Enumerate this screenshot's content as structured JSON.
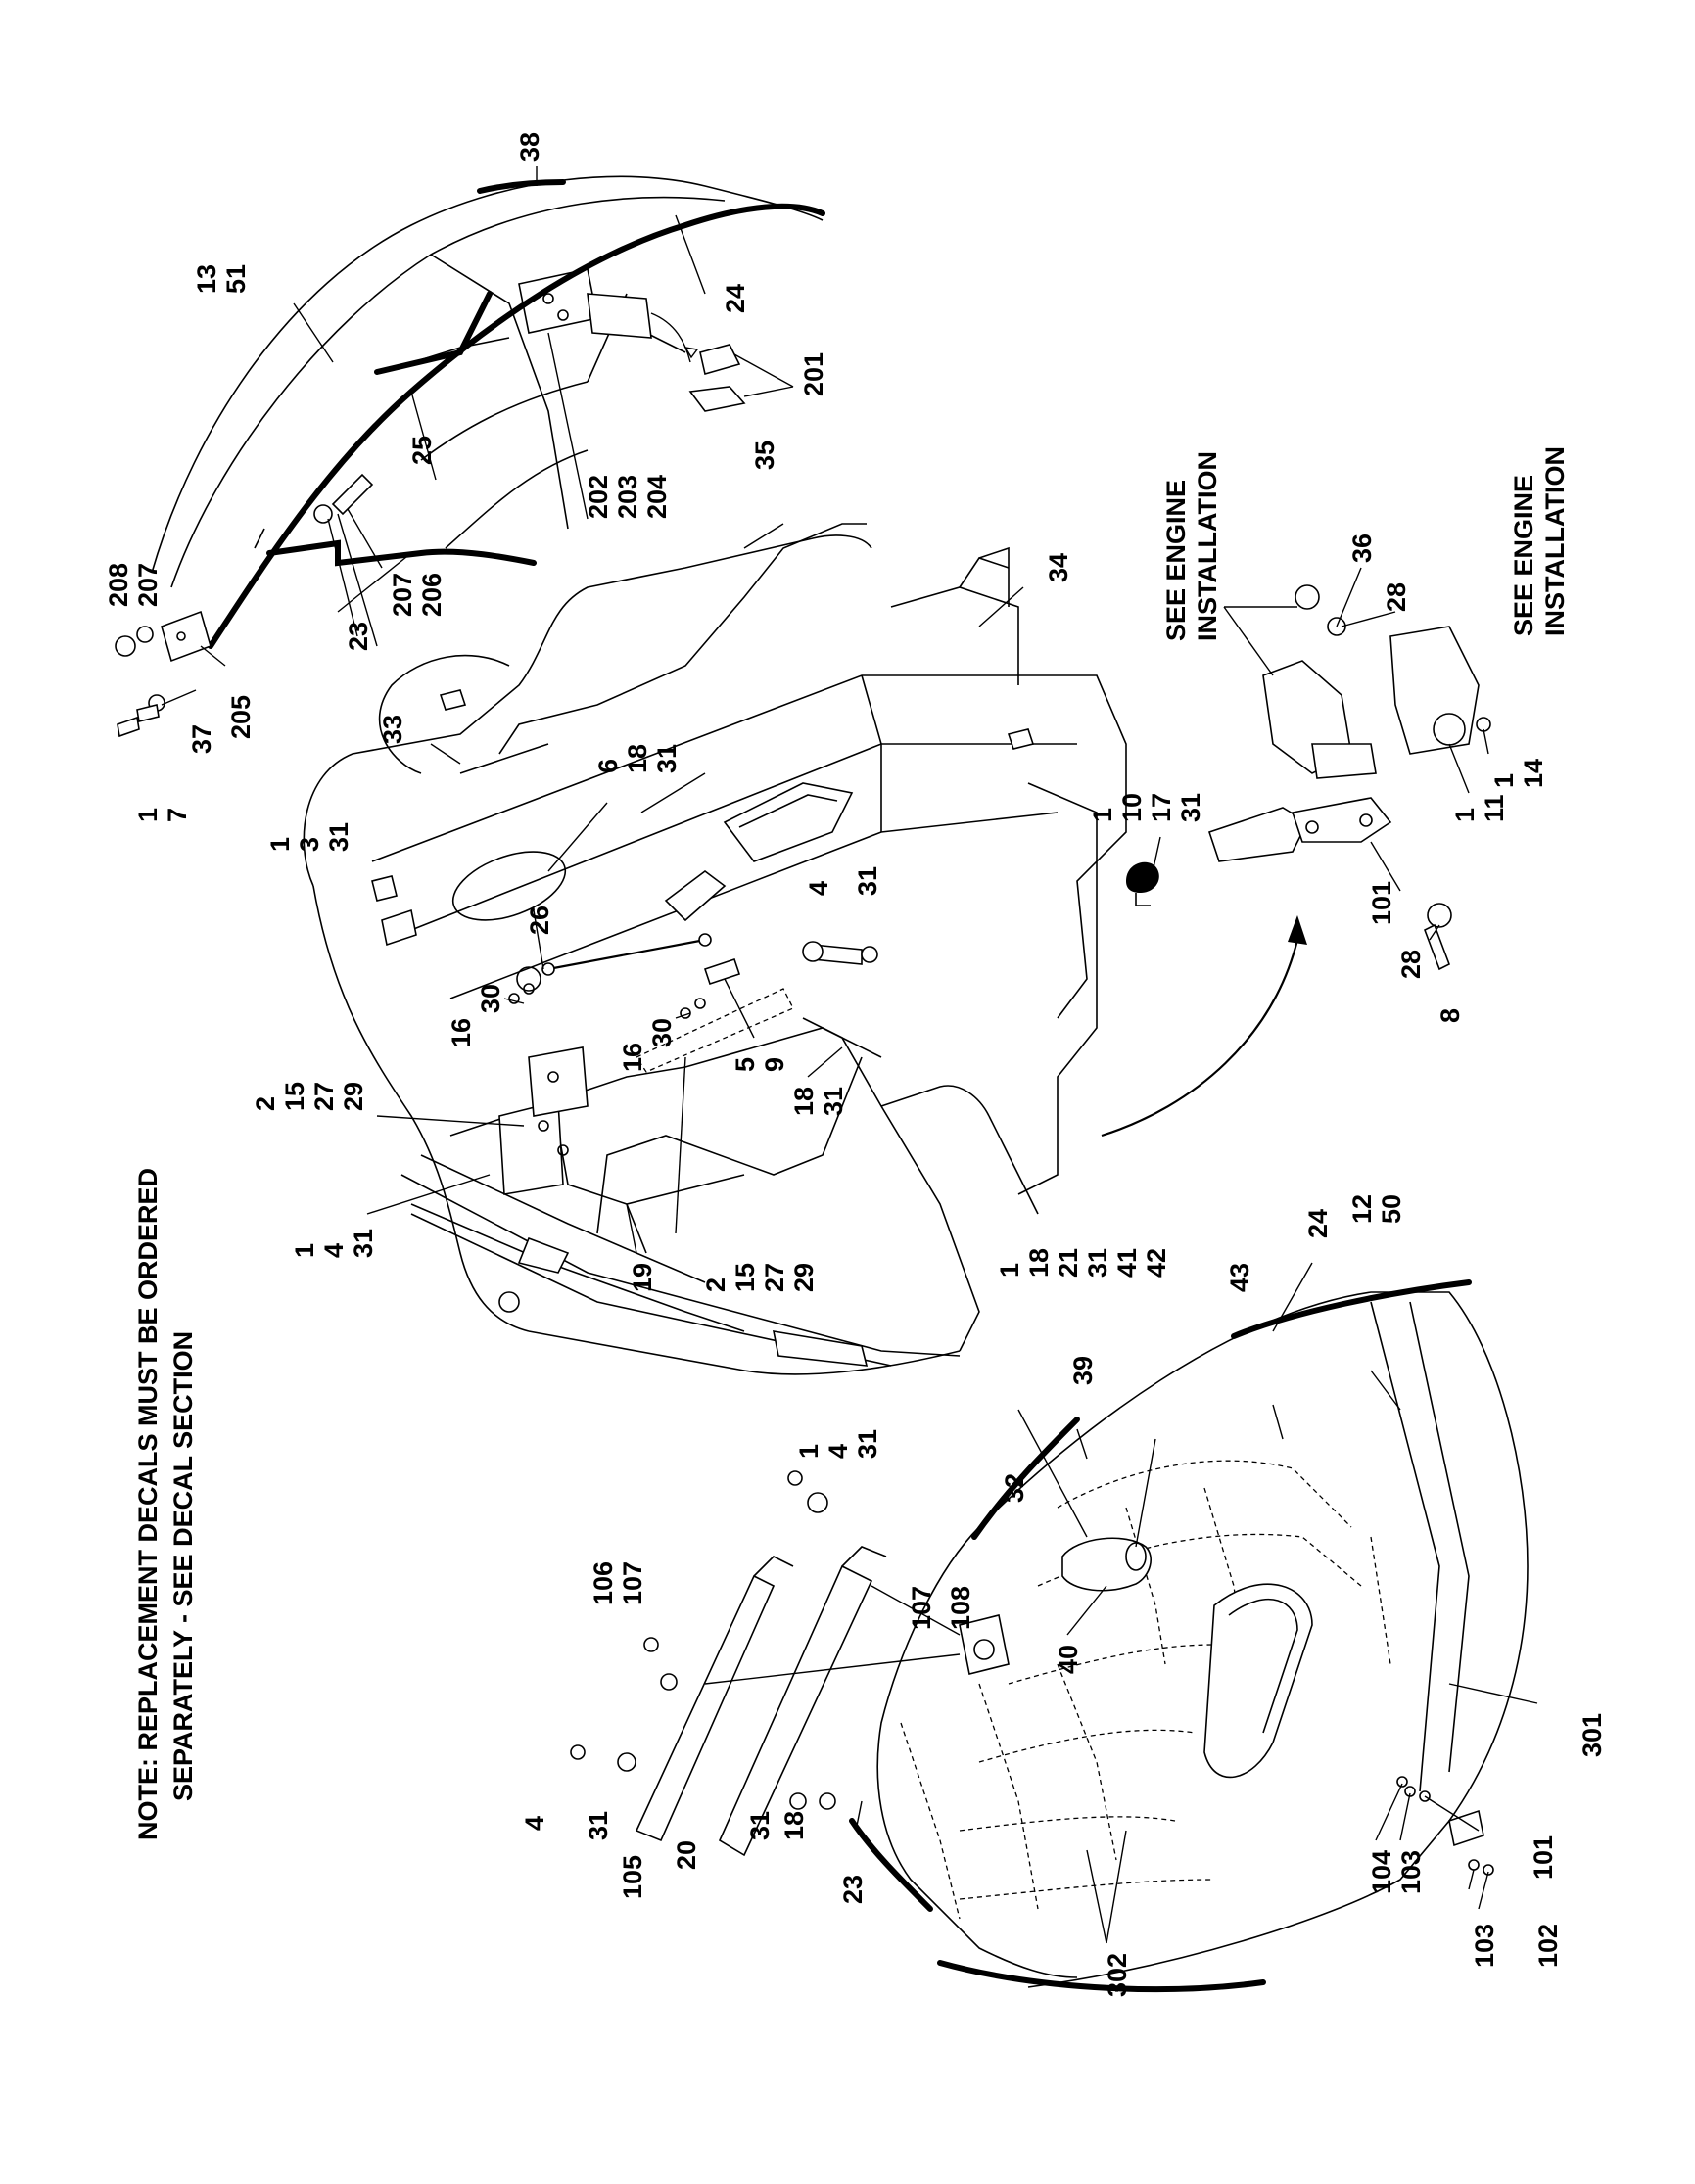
{
  "note": {
    "line1": "NOTE: REPLACEMENT DECALS MUST BE ORDERED",
    "line2": "SEPARATELY - SEE DECAL SECTION"
  },
  "see_engine_1": {
    "line1": "SEE ENGINE",
    "line2": "INSTALLATION"
  },
  "see_engine_2": {
    "line1": "SEE ENGINE",
    "line2": "INSTALLATION"
  },
  "callouts": {
    "c38": "38",
    "c13_51": [
      "13",
      "51"
    ],
    "c24_top": "24",
    "c201": "201",
    "c25": "25",
    "c202_204": [
      "202",
      "203",
      "204"
    ],
    "c35": "35",
    "c206": "206",
    "c207_a": "207",
    "c207_b": "207",
    "c208": "208",
    "c23_top": "23",
    "c205": "205",
    "c37": "37",
    "c1_7": [
      "1",
      "7"
    ],
    "c33": "33",
    "c1_3_31": [
      "1",
      "3",
      "31"
    ],
    "c6_18_31": [
      "6",
      "18",
      "31"
    ],
    "c34": "34",
    "c36": "36",
    "c28_top": "28",
    "c1_14": [
      "1",
      "14"
    ],
    "c1_11": [
      "1",
      "11"
    ],
    "c1_10_17_31": [
      "1",
      "10",
      "17",
      "31"
    ],
    "c101_mid": "101",
    "c28_mid": "28",
    "c8": "8",
    "c4_31": [
      "4",
      "31"
    ],
    "c26": "26",
    "c30_a": "30",
    "c16_a": "16",
    "c30_b": "30",
    "c16_b": "16",
    "c5_9": [
      "5",
      "9"
    ],
    "c18_31": [
      "18",
      "31"
    ],
    "c2_15_27_29_a": [
      "2",
      "15",
      "27",
      "29"
    ],
    "c1_4_31_left": [
      "1",
      "4",
      "31"
    ],
    "c19": "19",
    "c2_15_27_29_b": [
      "2",
      "15",
      "27",
      "29"
    ],
    "c24_bottom": "24",
    "c12_50": [
      "12",
      "50"
    ],
    "c1_18_21_31_41_42": [
      "1",
      "18",
      "21",
      "31",
      "41",
      "42"
    ],
    "c43": "43",
    "c39": "39",
    "c32": "32",
    "c40": "40",
    "c1_4_31_bottom": [
      "1",
      "4",
      "31"
    ],
    "c106": "106",
    "c107_a": "107",
    "c107_b": "107",
    "c108": "108",
    "c4_bottom": "4",
    "c31_a": "31",
    "c105": "105",
    "c20": "20",
    "c31_b": "31",
    "c18_bottom": "18",
    "c301": "301",
    "c101_bottom": "101",
    "c104": "104",
    "c103_a": "103",
    "c103_b": "103",
    "c102": "102",
    "c23_bottom": "23",
    "c302": "302"
  }
}
